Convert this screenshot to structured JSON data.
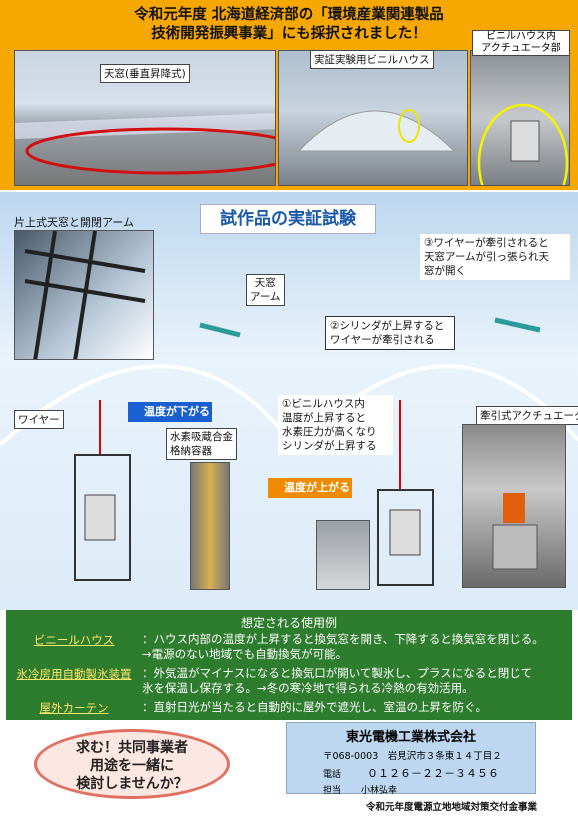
{
  "header": {
    "line1": "令和元年度 北海道経済部の「環境産業関連製品",
    "line2": "技術開発振興事業」にも採択されました！",
    "photo1_label": "天窓(垂直昇降式)",
    "photo2_label": "実証実験用ビニルハウス",
    "photo3_label_1": "ビニルハウス内",
    "photo3_label_2": "アクチュエータ部"
  },
  "demo": {
    "title": "試作品の実証試験",
    "left_photo_label": "片上式天窓と開閉アーム",
    "tenmado_1": "天窓",
    "tenmado_2": "アーム",
    "wire": "ワイヤー",
    "temp_down": "温度が下がる",
    "temp_up": "温度が上がる",
    "storage_1": "水素吸蔵合金",
    "storage_2": "格納容器",
    "step1_1": "①ビニルハウス内",
    "step1_2": "温度が上昇すると",
    "step1_3": "水素圧力が高くなり",
    "step1_4": "シリンダが上昇する",
    "step2_1": "②シリンダが上昇すると",
    "step2_2": "ワイヤーが牽引される",
    "step3_1": "③ワイヤーが牽引されると",
    "step3_2": "天窓アームが引っ張られ天",
    "step3_3": "窓が開く",
    "actuator": "牽引式アクチュエータ"
  },
  "use": {
    "title": "想定される使用例",
    "items": [
      {
        "term": "ビニールハウス",
        "desc1": "：ハウス内部の温度が上昇すると換気窓を開き、下降すると換気窓を閉じる。",
        "desc2": "→電源のない地域でも自動換気が可能。"
      },
      {
        "term": "氷冷房用自動製氷装置",
        "desc1": "：外気温がマイナスになると換気口が開いて製氷し、プラスになると閉じて",
        "desc2": "氷を保温し保存する。→冬の寒冷地で得られる冷熱の有効活用。"
      },
      {
        "term": "屋外カーテン",
        "desc1": "：直射日光が当たると自動的に屋外で遮光し、室温の上昇を防ぐ。",
        "desc2": ""
      }
    ]
  },
  "callout": {
    "line1": "求む！共同事業者",
    "line2": "用途を一緒に",
    "line3": "検討しませんか？"
  },
  "company": {
    "name": "東光電機工業株式会社",
    "address": "〒068-0003　岩見沢市３条東１４丁目２",
    "tel_label": "電話",
    "tel": "０１２６－２２－３４５６",
    "contact_label": "担当",
    "contact": "小林弘幸"
  },
  "footer": "令和元年度電源立地地域対策交付金事業"
}
